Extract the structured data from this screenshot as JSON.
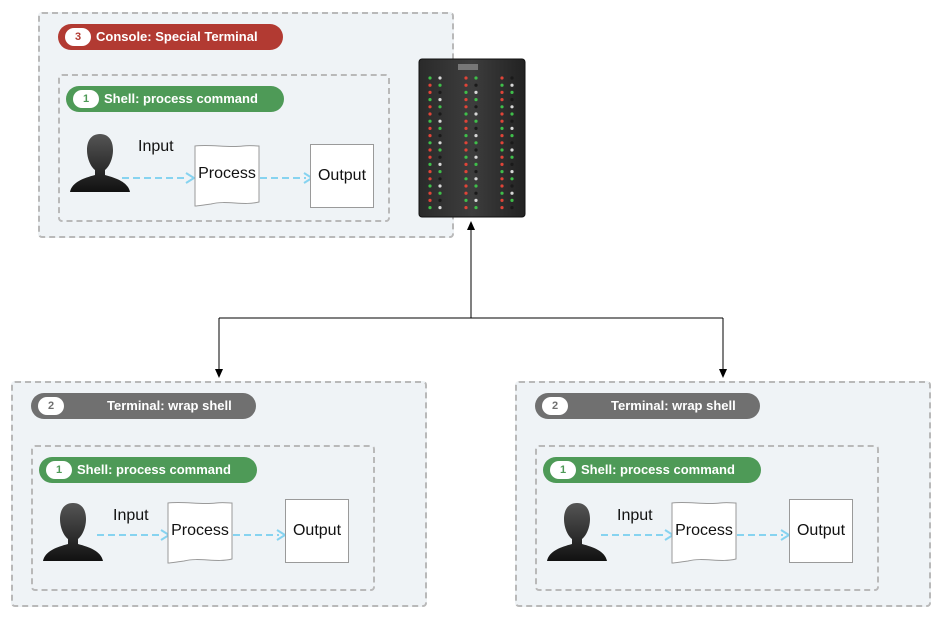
{
  "console": {
    "number": "3",
    "title": "Console: Special Terminal",
    "shell": {
      "number": "1",
      "title": "Shell: process command",
      "input_label": "Input",
      "process_label": "Process",
      "output_label": "Output"
    }
  },
  "terminals": [
    {
      "number": "2",
      "title": "Terminal: wrap shell",
      "shell": {
        "number": "1",
        "title": "Shell: process command",
        "input_label": "Input",
        "process_label": "Process",
        "output_label": "Output"
      }
    },
    {
      "number": "2",
      "title": "Terminal: wrap shell",
      "shell": {
        "number": "1",
        "title": "Shell: process command",
        "input_label": "Input",
        "process_label": "Process",
        "output_label": "Output"
      }
    }
  ],
  "colors": {
    "console_pill": "#b23a32",
    "shell_pill": "#4e9a57",
    "terminal_pill": "#707070",
    "panel_background": "#eff3f6",
    "flow_arrow": "#86d3f0",
    "connector": "#000000"
  },
  "icons": {
    "user": "user-silhouette-icon",
    "process": "document-icon",
    "server": "server-rack-icon"
  }
}
